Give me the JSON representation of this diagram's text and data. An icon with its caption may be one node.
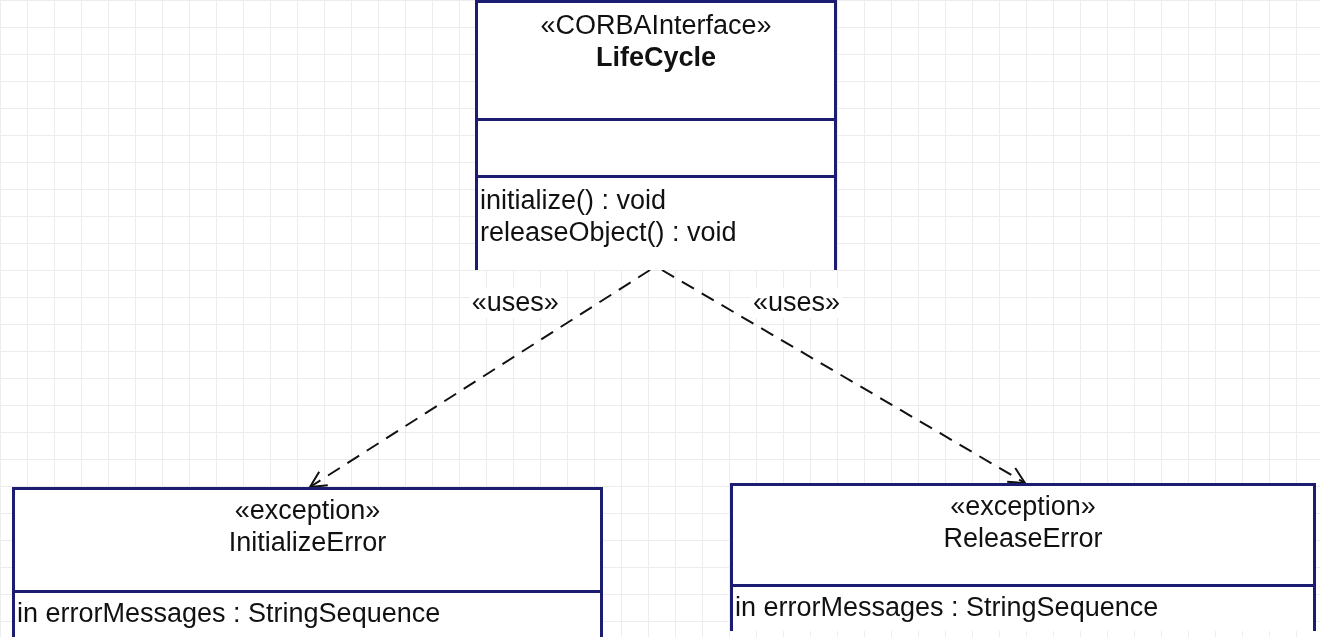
{
  "diagram": {
    "nodes": [
      {
        "text": [
          "«CORBAInterface»",
          "LifeCycle"
        ]
      },
      {
        "text": [],
        "shape": "box",
        "in": 0
      },
      {
        "text": [
          "initialize() : void",
          "releaseObject() : void"
        ],
        "in": 0
      },
      {
        "text": [
          "«exception»",
          "InitializeError"
        ]
      },
      {
        "text": [
          "in errorMessages : StringSequence"
        ],
        "in": 3
      },
      {
        "text": [
          "«exception»",
          "ReleaseError"
        ]
      },
      {
        "text": [
          "in errorMessages : StringSequence"
        ],
        "in": 5
      }
    ],
    "edges": [
      {
        "from": 0,
        "to": 3,
        "arrow": "to",
        "label": "«uses»",
        "style": "dashed"
      },
      {
        "from": 0,
        "to": 5,
        "arrow": "to",
        "label": "«uses»",
        "style": "dashed"
      }
    ]
  }
}
